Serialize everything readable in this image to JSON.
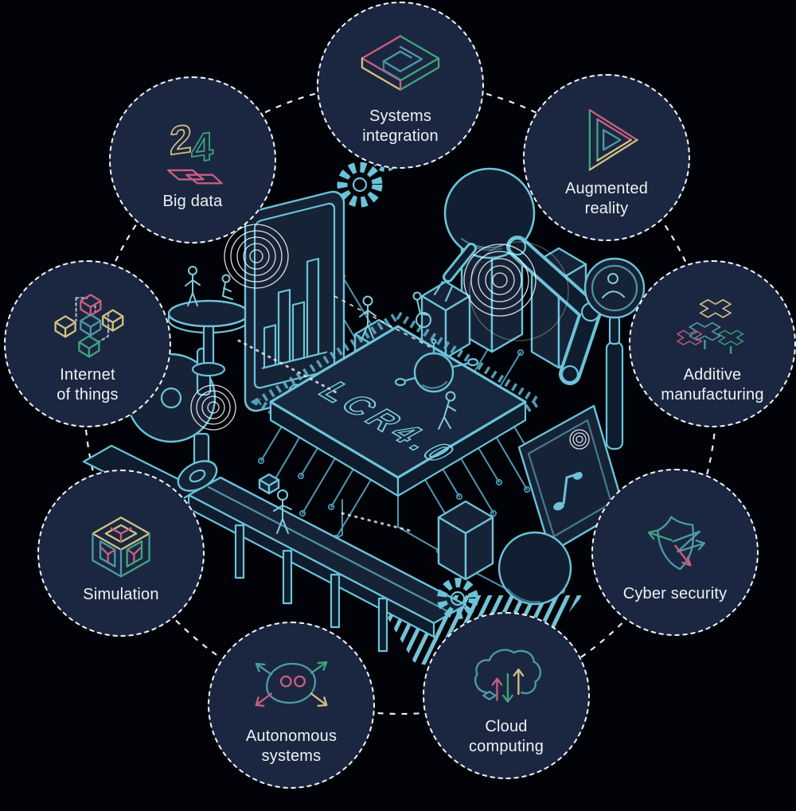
{
  "center": {
    "chip_label": "LCR4.0"
  },
  "nodes": [
    {
      "id": "systems-integration",
      "label": "Systems\nintegration"
    },
    {
      "id": "augmented-reality",
      "label": "Augmented\nreality"
    },
    {
      "id": "additive-manufacturing",
      "label": "Additive\nmanufacturing"
    },
    {
      "id": "cyber-security",
      "label": "Cyber security"
    },
    {
      "id": "cloud-computing",
      "label": "Cloud\ncomputing"
    },
    {
      "id": "autonomous-systems",
      "label": "Autonomous\nsystems"
    },
    {
      "id": "simulation",
      "label": "Simulation"
    },
    {
      "id": "internet-of-things",
      "label": "Internet\nof things"
    },
    {
      "id": "big-data",
      "label": "Big data"
    }
  ],
  "palette": {
    "background": "#010308",
    "node_fill": "#1b2740",
    "node_border": "#f2f5f7",
    "label_text": "#edf1f5",
    "scene_line_teal": "#6cc3d8",
    "scene_line_mid": "#4d97b2",
    "scene_fill": "#162337",
    "accent_green": "#3fa57f",
    "accent_pink": "#c95f80",
    "accent_yellow": "#d3c183",
    "accent_teal": "#4d9aa8",
    "ripple_white": "#ffffff"
  }
}
